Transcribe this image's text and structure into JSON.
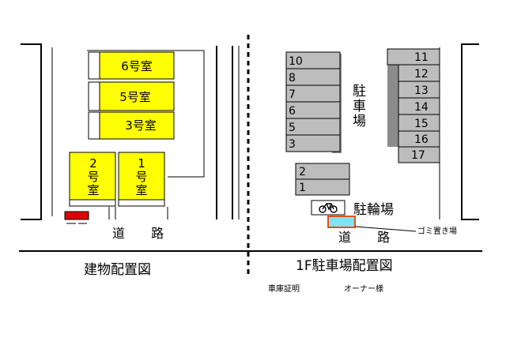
{
  "left_plan": {
    "title": "建物配置図",
    "road": "道 路",
    "rooms": [
      {
        "id": "room6",
        "label": "6号室"
      },
      {
        "id": "room5",
        "label": "5号室"
      },
      {
        "id": "room3",
        "label": "3号室"
      },
      {
        "id": "room2",
        "label_lines": [
          "2",
          "号",
          "室"
        ]
      },
      {
        "id": "room1",
        "label_lines": [
          "1",
          "号",
          "室"
        ]
      }
    ],
    "marker_color": "#e00000"
  },
  "right_plan": {
    "title": "1F駐車場配置図",
    "road": "道 路",
    "parking_label_lines": [
      "駐",
      "車",
      "場"
    ],
    "bicycle_label": "駐輪場",
    "garbage_label": "ゴミ置き場",
    "garbage_color": "#7fe3f0",
    "garbage_border": "#e05020",
    "left_column_slots": [
      "10",
      "8",
      "7",
      "6",
      "5",
      "3"
    ],
    "bottom_slots": [
      "2",
      "1"
    ],
    "right_column_slots": [
      "11",
      "12",
      "13",
      "14",
      "15",
      "16",
      "17"
    ]
  },
  "footer_note": {
    "cert": "車庫証明",
    "owner": "オーナー様"
  },
  "colors": {
    "room_fill": "#ffff00",
    "slot_fill": "#bdbdbd"
  }
}
